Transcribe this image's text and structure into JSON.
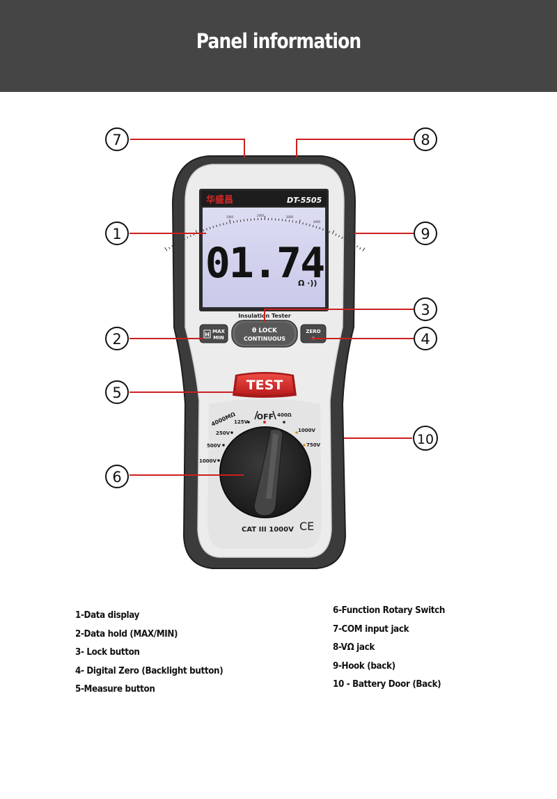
{
  "header": {
    "title": "Panel information",
    "bg_color": "#454545"
  },
  "device": {
    "brand": "华盛昌",
    "model": "DT-5505",
    "display_reading": "01.74",
    "display_units": "Ω ·))",
    "scale_labels": [
      "1000",
      "2000",
      "3000",
      "4000"
    ],
    "subtitle": "Insulation Tester",
    "buttons": {
      "hold": {
        "icon": "H",
        "line1": "MAX",
        "line2": "MIN"
      },
      "lock": {
        "line1": "θ LOCK",
        "line2": "CONTINUOUS"
      },
      "zero": {
        "line1": "ZERO",
        "line2": "☀"
      },
      "test": "TEST"
    },
    "dial_labels": {
      "off": "OFF",
      "megaohm": "4000MΩ",
      "v125": "125V",
      "v250": "250V",
      "v500": "500V",
      "v1000": "1000V",
      "ohm400": "400Ω",
      "vdc1000": "1000V",
      "vac750": "750V"
    },
    "rating": "CAT III 1000V",
    "ce_mark": "CE",
    "accent_color": "#d42a2a",
    "callout_color": "#cc1f1f"
  },
  "callouts": [
    "7",
    "8",
    "1",
    "9",
    "3",
    "2",
    "4",
    "5",
    "10",
    "6"
  ],
  "legend": {
    "left": [
      "1-Data display",
      "2-Data hold (MAX/MIN)",
      "3- Lock button",
      "4- Digital Zero (Backlight button)",
      "5-Measure button"
    ],
    "right": [
      "6-Function Rotary Switch",
      "7-COM input jack",
      "8-VΩ jack",
      "9-Hook (back)",
      "10 - Battery Door (Back)"
    ]
  }
}
